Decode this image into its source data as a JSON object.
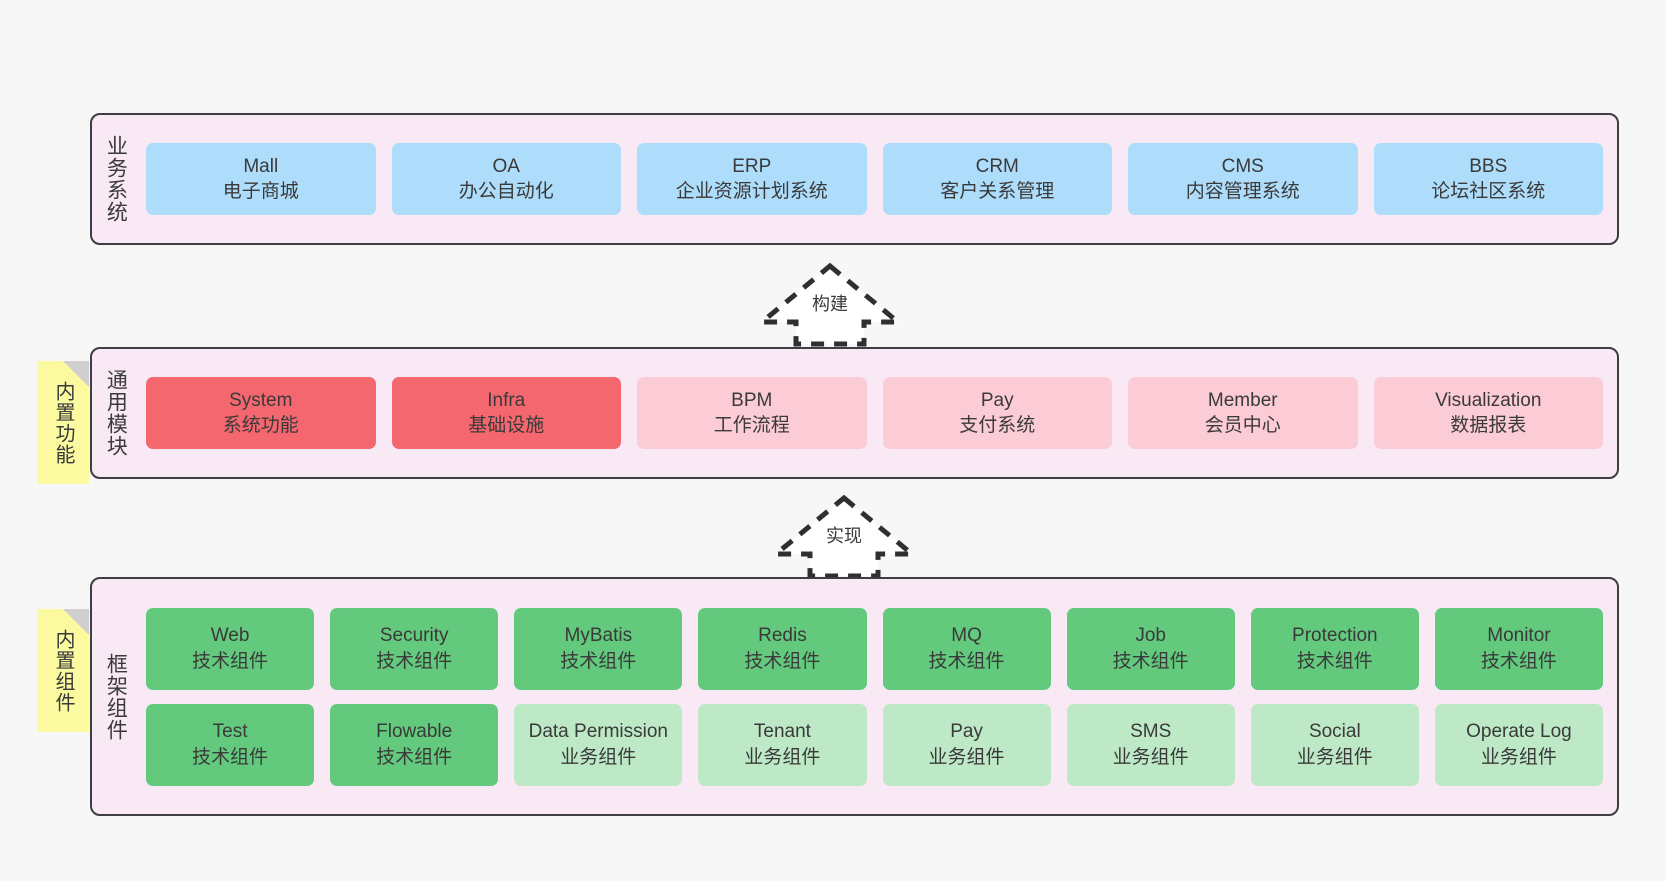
{
  "canvas": {
    "background": "#f7f7f7",
    "panel_fill": "#f9e9f5",
    "panel_border": "#3d3d42",
    "note_fill": "#fcfaa0",
    "note_fold": "#cfcfcf"
  },
  "notes": [
    {
      "label": "内置功能"
    },
    {
      "label": "内置组件"
    }
  ],
  "arrows": [
    {
      "label": "构建",
      "direction": "up"
    },
    {
      "label": "实现",
      "direction": "up"
    }
  ],
  "layers": [
    {
      "id": "business-systems",
      "title": "业务系统",
      "rows": [
        {
          "cards": [
            {
              "name": "Mall",
              "desc": "电子商城",
              "color": "#aeddfb",
              "style": "c-blue"
            },
            {
              "name": "OA",
              "desc": "办公自动化",
              "color": "#aeddfb",
              "style": "c-blue"
            },
            {
              "name": "ERP",
              "desc": "企业资源计划系统",
              "color": "#aeddfb",
              "style": "c-blue"
            },
            {
              "name": "CRM",
              "desc": "客户关系管理",
              "color": "#aeddfb",
              "style": "c-blue"
            },
            {
              "name": "CMS",
              "desc": "内容管理系统",
              "color": "#aeddfb",
              "style": "c-blue"
            },
            {
              "name": "BBS",
              "desc": "论坛社区系统",
              "color": "#aeddfb",
              "style": "c-blue"
            }
          ]
        }
      ]
    },
    {
      "id": "common-modules",
      "title": "通用模块",
      "rows": [
        {
          "cards": [
            {
              "name": "System",
              "desc": "系统功能",
              "color": "#f4676e",
              "style": "c-red"
            },
            {
              "name": "Infra",
              "desc": "基础设施",
              "color": "#f4676e",
              "style": "c-red"
            },
            {
              "name": "BPM",
              "desc": "工作流程",
              "color": "#fbccd5",
              "style": "c-pink"
            },
            {
              "name": "Pay",
              "desc": "支付系统",
              "color": "#fbccd5",
              "style": "c-pink"
            },
            {
              "name": "Member",
              "desc": "会员中心",
              "color": "#fbccd5",
              "style": "c-pink"
            },
            {
              "name": "Visualization",
              "desc": "数据报表",
              "color": "#fbccd5",
              "style": "c-pink"
            }
          ]
        }
      ]
    },
    {
      "id": "framework-components",
      "title": "框架组件",
      "rows": [
        {
          "cards": [
            {
              "name": "Web",
              "desc": "技术组件",
              "color": "#62c97d",
              "style": "c-green"
            },
            {
              "name": "Security",
              "desc": "技术组件",
              "color": "#62c97d",
              "style": "c-green"
            },
            {
              "name": "MyBatis",
              "desc": "技术组件",
              "color": "#62c97d",
              "style": "c-green"
            },
            {
              "name": "Redis",
              "desc": "技术组件",
              "color": "#62c97d",
              "style": "c-green"
            },
            {
              "name": "MQ",
              "desc": "技术组件",
              "color": "#62c97d",
              "style": "c-green"
            },
            {
              "name": "Job",
              "desc": "技术组件",
              "color": "#62c97d",
              "style": "c-green"
            },
            {
              "name": "Protection",
              "desc": "技术组件",
              "color": "#62c97d",
              "style": "c-green"
            },
            {
              "name": "Monitor",
              "desc": "技术组件",
              "color": "#62c97d",
              "style": "c-green"
            }
          ]
        },
        {
          "cards": [
            {
              "name": "Test",
              "desc": "技术组件",
              "color": "#62c97d",
              "style": "c-green"
            },
            {
              "name": "Flowable",
              "desc": "技术组件",
              "color": "#62c97d",
              "style": "c-green"
            },
            {
              "name": "Data Permission",
              "desc": "业务组件",
              "color": "#bee9c6",
              "style": "c-lightgreen"
            },
            {
              "name": "Tenant",
              "desc": "业务组件",
              "color": "#bee9c6",
              "style": "c-lightgreen"
            },
            {
              "name": "Pay",
              "desc": "业务组件",
              "color": "#bee9c6",
              "style": "c-lightgreen"
            },
            {
              "name": "SMS",
              "desc": "业务组件",
              "color": "#bee9c6",
              "style": "c-lightgreen"
            },
            {
              "name": "Social",
              "desc": "业务组件",
              "color": "#bee9c6",
              "style": "c-lightgreen"
            },
            {
              "name": "Operate Log",
              "desc": "业务组件",
              "color": "#bee9c6",
              "style": "c-lightgreen"
            }
          ]
        }
      ]
    }
  ]
}
